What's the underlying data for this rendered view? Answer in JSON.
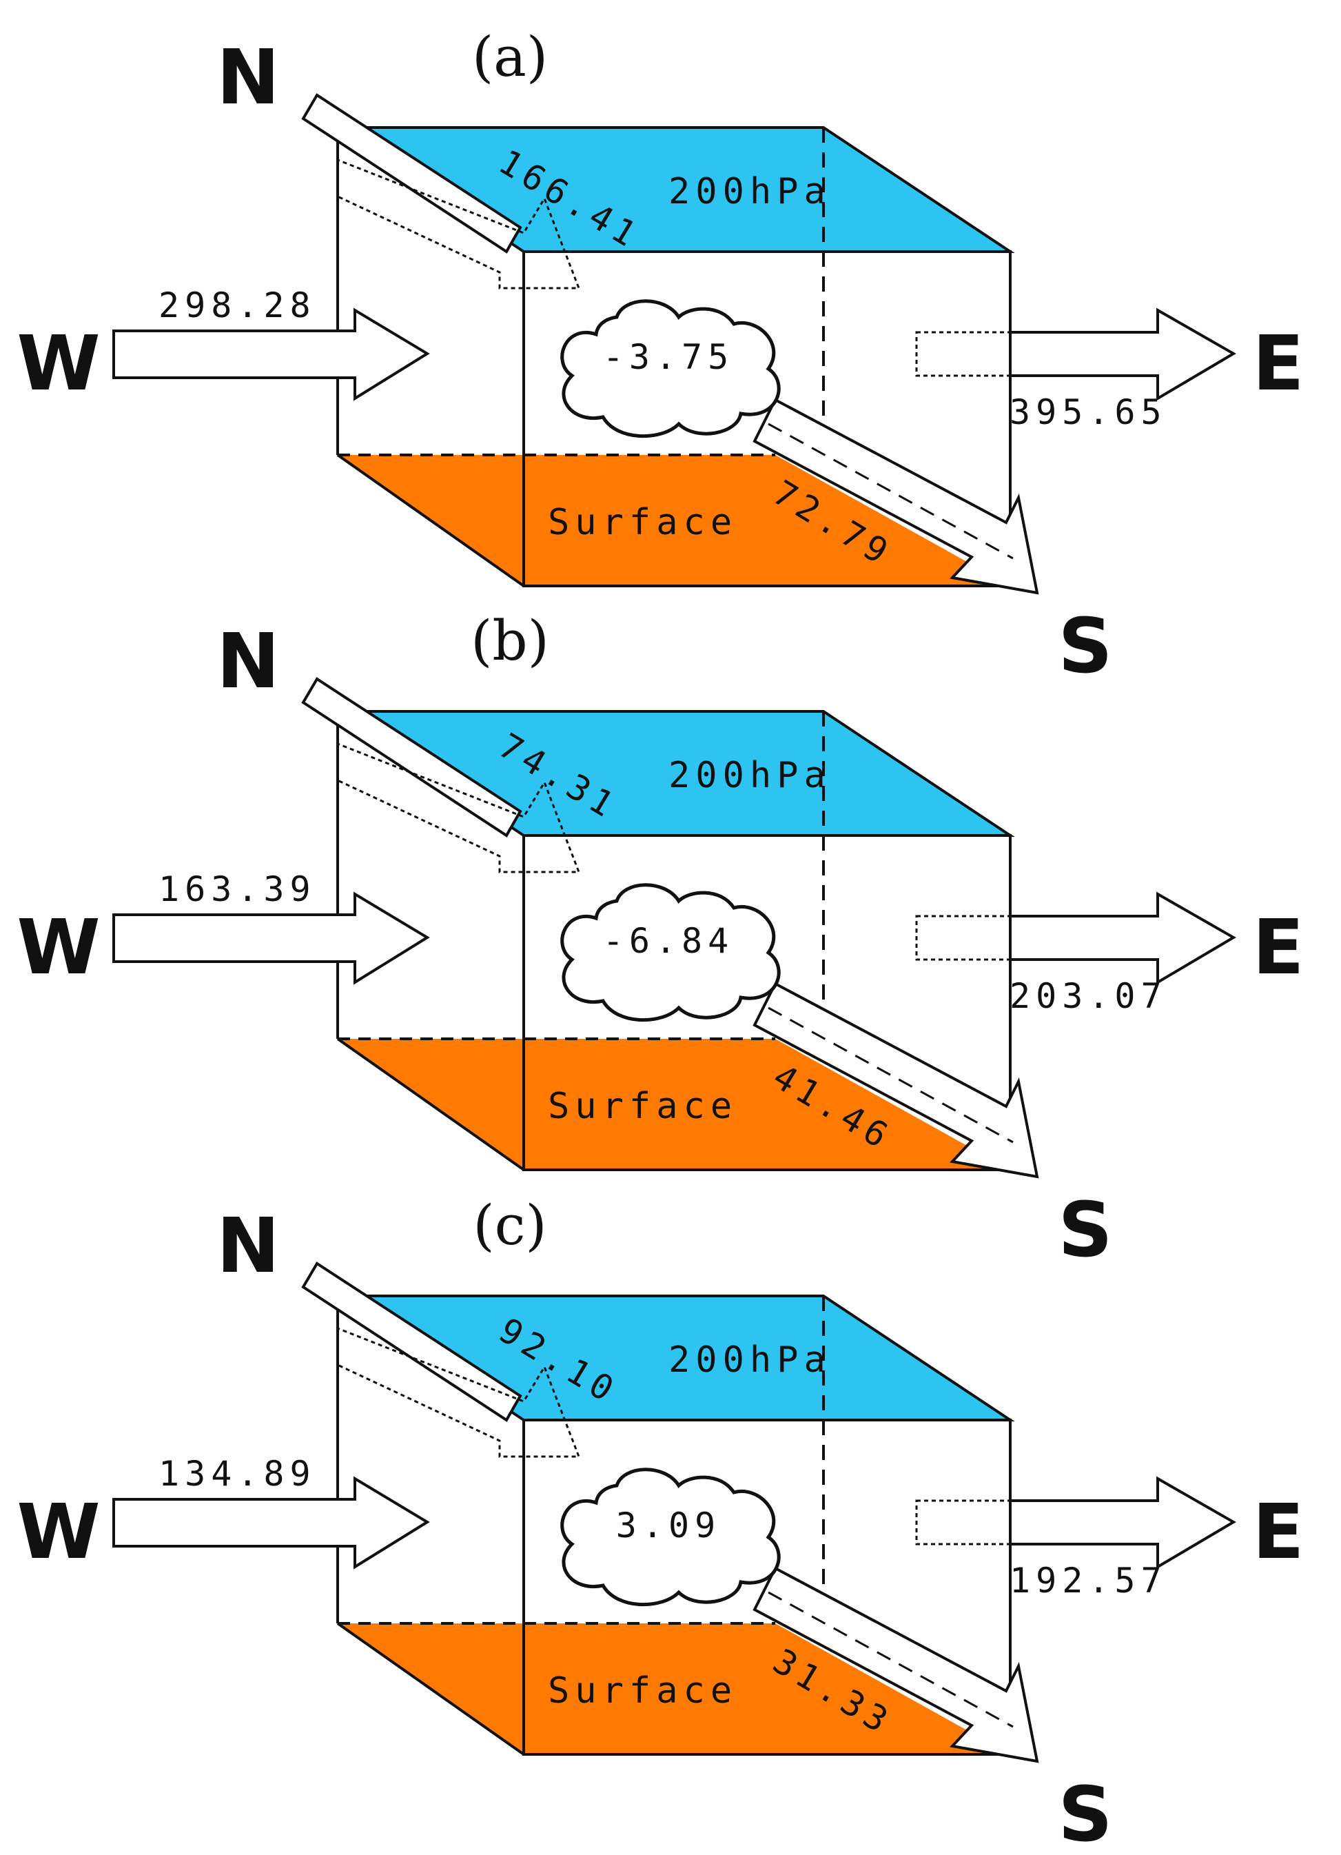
{
  "colors": {
    "top_face": "#2EC4F2",
    "bottom_face": "#FF7A00",
    "line": "#111111",
    "background": "#FFFFFF"
  },
  "panels": [
    {
      "id": "a",
      "label": "(a)",
      "top_label": "200hPa",
      "bottom_label": "Surface",
      "directions": {
        "north": "N",
        "south": "S",
        "west": "W",
        "east": "E"
      },
      "values": {
        "north": "166.41",
        "west": "298.28",
        "east": "395.65",
        "south": "72.79",
        "cloud": "-3.75"
      }
    },
    {
      "id": "b",
      "label": "(b)",
      "top_label": "200hPa",
      "bottom_label": "Surface",
      "directions": {
        "north": "N",
        "south": "S",
        "west": "W",
        "east": "E"
      },
      "values": {
        "north": "74.31",
        "west": "163.39",
        "east": "203.07",
        "south": "41.46",
        "cloud": "-6.84"
      }
    },
    {
      "id": "c",
      "label": "(c)",
      "top_label": "200hPa",
      "bottom_label": "Surface",
      "directions": {
        "north": "N",
        "south": "S",
        "west": "W",
        "east": "E"
      },
      "values": {
        "north": "92.10",
        "west": "134.89",
        "east": "192.57",
        "south": "31.33",
        "cloud": "3.09"
      }
    }
  ]
}
